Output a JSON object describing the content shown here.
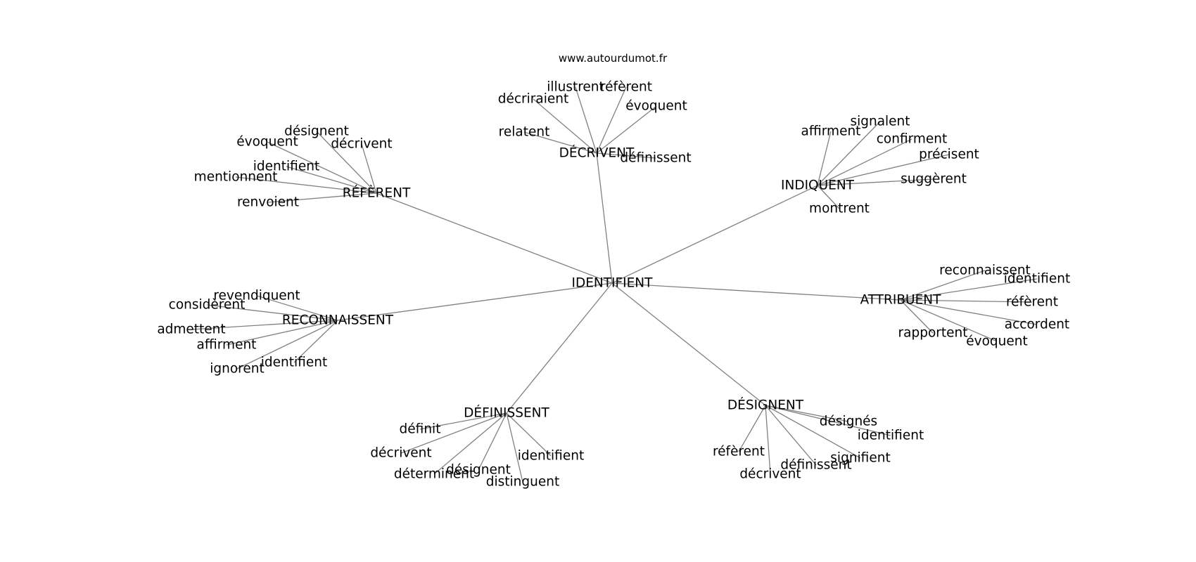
{
  "site_caption": "www.autourdumot.fr",
  "center": "IDENTIFIENT",
  "clusters": [
    {
      "hub": "DÉCRIVENT",
      "leaves": [
        "illustrent",
        "réfèrent",
        "décriraient",
        "évoquent",
        "relatent",
        "définissent"
      ]
    },
    {
      "hub": "RÉFÈRENT",
      "leaves": [
        "désignent",
        "évoquent",
        "décrivent",
        "identifient",
        "mentionnent",
        "renvoient"
      ]
    },
    {
      "hub": "INDIQUENT",
      "leaves": [
        "signalent",
        "affirment",
        "confirment",
        "précisent",
        "suggèrent",
        "montrent"
      ]
    },
    {
      "hub": "ATTRIBUENT",
      "leaves": [
        "reconnaissent",
        "identifient",
        "réfèrent",
        "accordent",
        "rapportent",
        "évoquent"
      ]
    },
    {
      "hub": "RECONNAISSENT",
      "leaves": [
        "revendiquent",
        "considèrent",
        "admettent",
        "affirment",
        "identifient",
        "ignorent"
      ]
    },
    {
      "hub": "DÉFINISSENT",
      "leaves": [
        "définit",
        "décrivent",
        "désignent",
        "déterminent",
        "distinguent",
        "identifient"
      ]
    },
    {
      "hub": "DÉSIGNENT",
      "leaves": [
        "désignés",
        "identifient",
        "réfèrent",
        "signifient",
        "définissent",
        "décrivent"
      ]
    }
  ]
}
